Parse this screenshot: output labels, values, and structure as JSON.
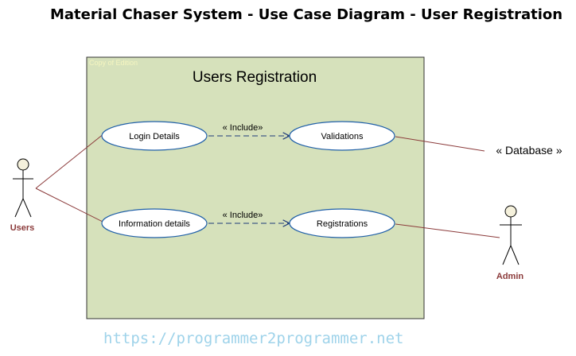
{
  "title": "Material Chaser System - Use Case Diagram - User Registration",
  "boundary": {
    "name": "Users Registration",
    "watermark": "Copy of Edition",
    "fill": "#d6e1bb",
    "border": "#333333"
  },
  "use_cases": [
    {
      "id": "login",
      "label": "Login Details"
    },
    {
      "id": "validations",
      "label": "Validations"
    },
    {
      "id": "info",
      "label": "Information details"
    },
    {
      "id": "registrations",
      "label": "Registrations"
    }
  ],
  "relations": [
    {
      "from": "login",
      "to": "validations",
      "stereotype": "« Include»"
    },
    {
      "from": "info",
      "to": "registrations",
      "stereotype": "« Include»"
    }
  ],
  "actors": [
    {
      "id": "users",
      "label": "Users"
    },
    {
      "id": "admin",
      "label": "Admin"
    }
  ],
  "external": {
    "label": "« Database »"
  },
  "footer_url": "https://programmer2programmer.net",
  "colors": {
    "actor_label": "#8b3a3a",
    "association": "#8b3a3a",
    "usecase_border": "#1f5fa8",
    "include_arrow": "#1f3b78",
    "watermark": "#f5f5c0"
  }
}
